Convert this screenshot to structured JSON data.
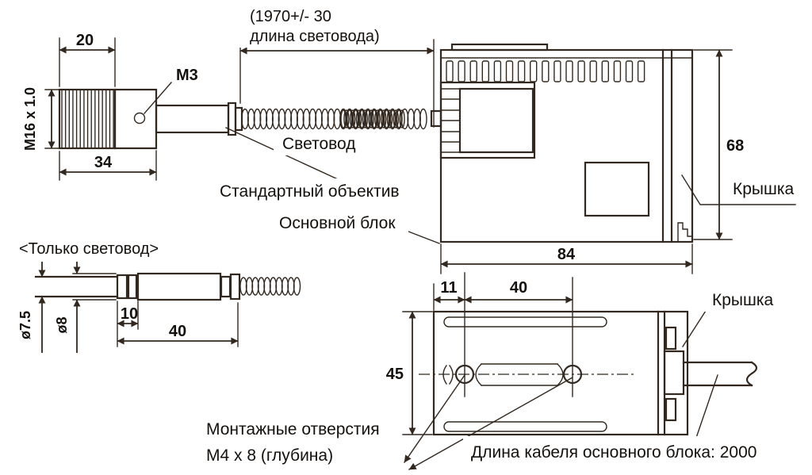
{
  "colors": {
    "line": "#32281f",
    "text": "#14100d"
  },
  "head_view": {
    "dim_thread_length": "20",
    "thread_spec": "M16 x 1.0",
    "dim_total_length": "34",
    "screw_label": "M3"
  },
  "fiber_note": {
    "line1": "(1970+/- 30",
    "line2": "длина световода)"
  },
  "labels": {
    "fiber": "Световод",
    "standard_lens": "Стандартный объектив",
    "main_unit": "Основной блок"
  },
  "top_view": {
    "dim_height": "68",
    "dim_width": "84",
    "cover_label": "Крышка",
    "vent_slots": 17
  },
  "fiber_only_view": {
    "title": "<Только световод>",
    "dim_dia_cable": "ø7.5",
    "dim_dia_body": "ø8",
    "dim_connector": "10",
    "dim_rigid_length": "40"
  },
  "bottom_view": {
    "dim_offset": "11",
    "dim_hole_pitch": "40",
    "dim_depth": "45",
    "cover_label": "Крышка",
    "mounting_line1": "Монтажные отверстия",
    "mounting_line2": "М4 х 8 (глубина)",
    "cable_note": "Длина кабеля основного блока: 2000"
  }
}
